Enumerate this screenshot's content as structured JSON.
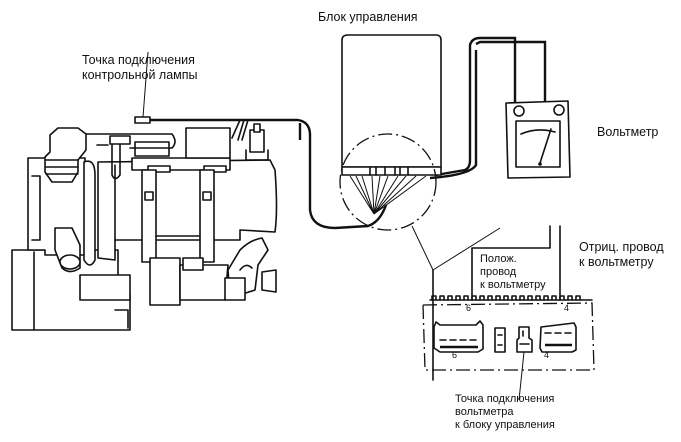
{
  "labels": {
    "control_unit": "Блок управления",
    "lamp_point": [
      "Точка подключения",
      "контрольной лампы"
    ],
    "voltmeter": "Вольтметр",
    "negative_wire": [
      "Отриц. провод",
      "к вольтметру"
    ],
    "positive_wire": [
      "Полож.",
      "провод",
      "к вольтметру"
    ],
    "voltmeter_point": [
      "Точка подключения",
      "вольтметра",
      "к блоку управления"
    ]
  },
  "pin_marks": {
    "left_top": "6",
    "right_top": "4",
    "left_bottom": "6",
    "right_bottom": "4"
  },
  "colors": {
    "ink": "#111111",
    "paper": "#ffffff"
  }
}
